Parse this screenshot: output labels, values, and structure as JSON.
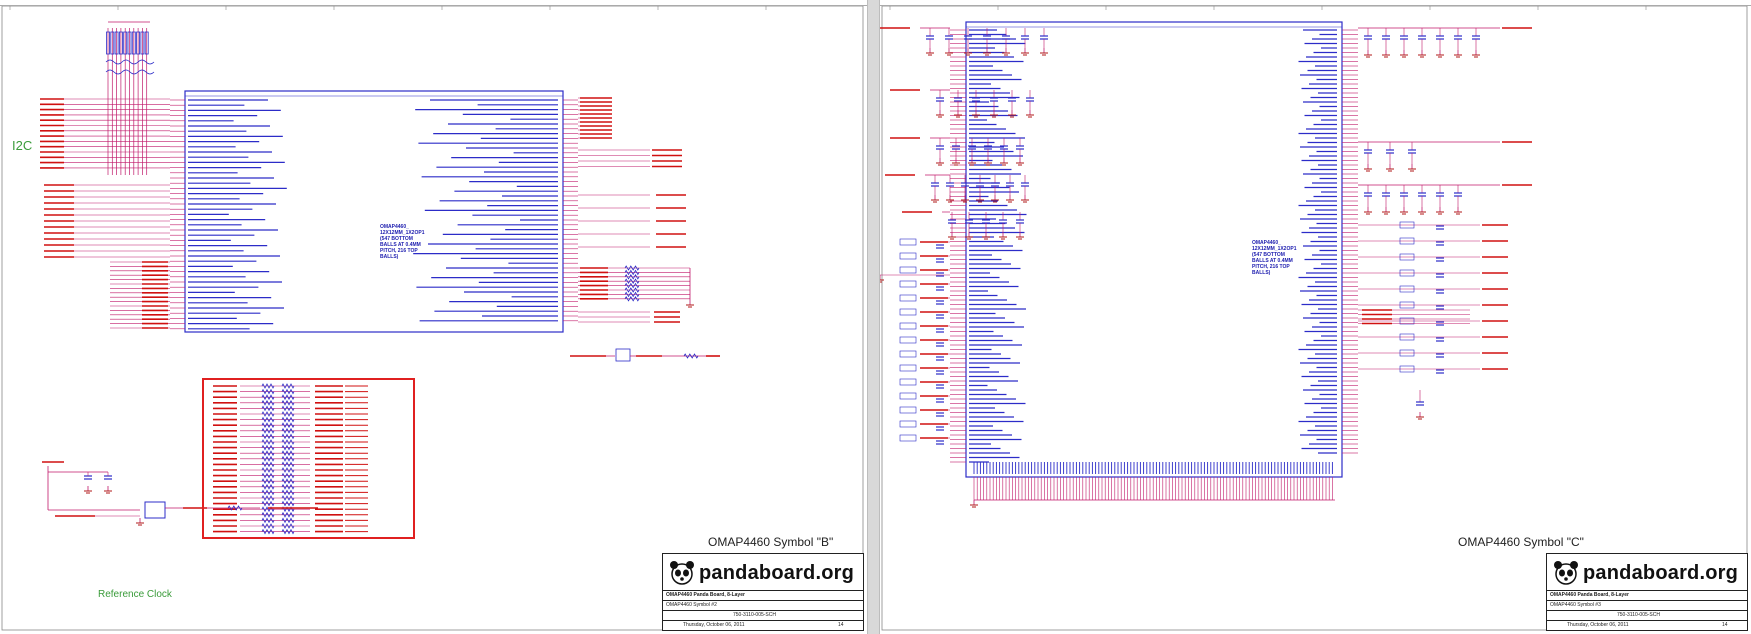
{
  "sheet_b": {
    "group_label": "I2C",
    "ref_label": "Reference Clock",
    "symbol_title": "OMAP4460 Symbol \"B\"",
    "chip_text": "OMAP4460_\n12X12MM_1X2OP1\n(547 BOTTOM\nBALLS AT 0.4MM\nPITCH, 216 TOP\nBALLS)",
    "title_block": {
      "logo_left": "panda",
      "logo_right": "board.org",
      "title": "OMAP4460 Panda Board, 8-Layer",
      "subtitle": "OMAP4460 Symbol #2",
      "doc_number": "750-3110-005-SCH",
      "date": "Thursday, October 06, 2011",
      "sheet": "14"
    }
  },
  "sheet_c": {
    "symbol_title": "OMAP4460 Symbol \"C\"",
    "chip_text": "OMAP4460_\n12X12MM_1X2OP1\n(547 BOTTOM\nBALLS AT 0.4MM\nPITCH, 216 TOP\nBALLS)",
    "title_block": {
      "logo_left": "panda",
      "logo_right": "board.org",
      "title": "OMAP4460 Panda Board, 8-Layer",
      "subtitle": "OMAP4460 Symbol #3",
      "doc_number": "750-3110-005-SCH",
      "date": "Thursday, October 06, 2011",
      "sheet": "14"
    }
  },
  "colors": {
    "wire": "#c0186a",
    "symbol": "#2c2cc8",
    "net_label": "#d01010",
    "ground": "#b01818",
    "group_label": "#3a9b3a",
    "highlight": "#e02020"
  }
}
